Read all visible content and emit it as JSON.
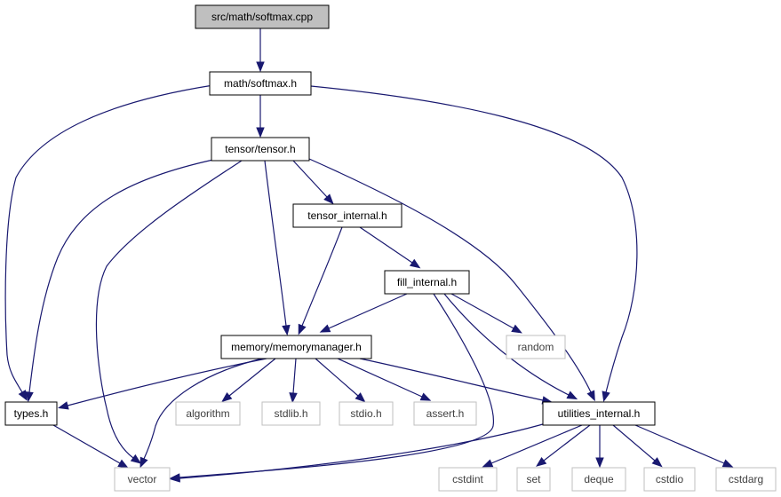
{
  "colors": {
    "edge": "#191970",
    "root_fill": "#bfbfbf",
    "node_border": "#000000",
    "external_border": "#bfbfbf",
    "text_main": "#000000",
    "text_external": "#404040"
  },
  "nodes": [
    {
      "id": "softmax_cpp",
      "label": "src/math/softmax.cpp",
      "kind": "root"
    },
    {
      "id": "softmax_h",
      "label": "math/softmax.h",
      "kind": "local"
    },
    {
      "id": "tensor_h",
      "label": "tensor/tensor.h",
      "kind": "local"
    },
    {
      "id": "tensor_internal_h",
      "label": "tensor_internal.h",
      "kind": "local"
    },
    {
      "id": "fill_internal_h",
      "label": "fill_internal.h",
      "kind": "local"
    },
    {
      "id": "memorymanager_h",
      "label": "memory/memorymanager.h",
      "kind": "local"
    },
    {
      "id": "types_h",
      "label": "types.h",
      "kind": "local"
    },
    {
      "id": "utilities_internal_h",
      "label": "utilities_internal.h",
      "kind": "local"
    },
    {
      "id": "random",
      "label": "random",
      "kind": "external"
    },
    {
      "id": "algorithm",
      "label": "algorithm",
      "kind": "external"
    },
    {
      "id": "stdlib_h",
      "label": "stdlib.h",
      "kind": "external"
    },
    {
      "id": "stdio_h",
      "label": "stdio.h",
      "kind": "external"
    },
    {
      "id": "assert_h",
      "label": "assert.h",
      "kind": "external"
    },
    {
      "id": "vector",
      "label": "vector",
      "kind": "external"
    },
    {
      "id": "cstdint",
      "label": "cstdint",
      "kind": "external"
    },
    {
      "id": "set",
      "label": "set",
      "kind": "external"
    },
    {
      "id": "deque",
      "label": "deque",
      "kind": "external"
    },
    {
      "id": "cstdio",
      "label": "cstdio",
      "kind": "external"
    },
    {
      "id": "cstdarg",
      "label": "cstdarg",
      "kind": "external"
    }
  ],
  "edges": [
    {
      "from": "softmax_cpp",
      "to": "softmax_h"
    },
    {
      "from": "softmax_h",
      "to": "tensor_h"
    },
    {
      "from": "softmax_h",
      "to": "types_h"
    },
    {
      "from": "softmax_h",
      "to": "utilities_internal_h"
    },
    {
      "from": "tensor_h",
      "to": "tensor_internal_h"
    },
    {
      "from": "tensor_h",
      "to": "memorymanager_h"
    },
    {
      "from": "tensor_h",
      "to": "types_h"
    },
    {
      "from": "tensor_h",
      "to": "vector"
    },
    {
      "from": "tensor_h",
      "to": "utilities_internal_h"
    },
    {
      "from": "tensor_internal_h",
      "to": "fill_internal_h"
    },
    {
      "from": "tensor_internal_h",
      "to": "memorymanager_h"
    },
    {
      "from": "fill_internal_h",
      "to": "memorymanager_h"
    },
    {
      "from": "fill_internal_h",
      "to": "random"
    },
    {
      "from": "fill_internal_h",
      "to": "utilities_internal_h"
    },
    {
      "from": "fill_internal_h",
      "to": "vector"
    },
    {
      "from": "memorymanager_h",
      "to": "types_h"
    },
    {
      "from": "memorymanager_h",
      "to": "algorithm"
    },
    {
      "from": "memorymanager_h",
      "to": "stdlib_h"
    },
    {
      "from": "memorymanager_h",
      "to": "stdio_h"
    },
    {
      "from": "memorymanager_h",
      "to": "assert_h"
    },
    {
      "from": "memorymanager_h",
      "to": "utilities_internal_h"
    },
    {
      "from": "memorymanager_h",
      "to": "vector"
    },
    {
      "from": "types_h",
      "to": "vector"
    },
    {
      "from": "utilities_internal_h",
      "to": "vector"
    },
    {
      "from": "utilities_internal_h",
      "to": "cstdint"
    },
    {
      "from": "utilities_internal_h",
      "to": "set"
    },
    {
      "from": "utilities_internal_h",
      "to": "deque"
    },
    {
      "from": "utilities_internal_h",
      "to": "cstdio"
    },
    {
      "from": "utilities_internal_h",
      "to": "cstdarg"
    }
  ]
}
